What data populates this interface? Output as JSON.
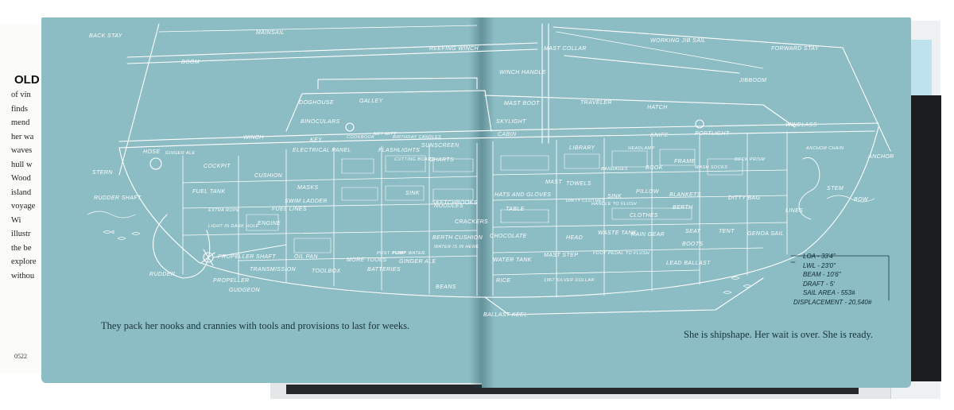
{
  "left_book": {
    "title": "OLD",
    "lines": [
      "of vin",
      "finds",
      "mend",
      "her wa",
      "waves",
      "hull w",
      "Wood",
      "island",
      "voyage",
      "Wi",
      "illustr",
      "the be",
      "explore",
      "withou"
    ],
    "page_number": "0522"
  },
  "captions": {
    "left": "They pack her nooks and crannies with tools and provisions to last for weeks.",
    "right": "She is shipshape. Her wait is over. She is ready."
  },
  "specs": [
    "LOA - 33'4\"",
    "LWL - 23'0\"",
    "BEAM - 10'6\"",
    "DRAFT - 5'",
    "SAIL AREA - 553#",
    "DISPLACEMENT - 20,540#"
  ],
  "labels": [
    {
      "id": "back-stay",
      "text": "BACK STAY"
    },
    {
      "id": "mainsail",
      "text": "MAINSAIL"
    },
    {
      "id": "boom",
      "text": "BOOM"
    },
    {
      "id": "reefing-winch",
      "text": "REEFING WINCH"
    },
    {
      "id": "mast-collar",
      "text": "MAST COLLAR"
    },
    {
      "id": "working-jib-sail",
      "text": "WORKING JIB SAIL"
    },
    {
      "id": "forward-stay",
      "text": "FORWARD STAY"
    },
    {
      "id": "winch-handle",
      "text": "WINCH HANDLE"
    },
    {
      "id": "jibboom",
      "text": "JIBBOOM"
    },
    {
      "id": "mast-boot",
      "text": "MAST BOOT"
    },
    {
      "id": "traveler",
      "text": "TRAVELER"
    },
    {
      "id": "hatch",
      "text": "HATCH"
    },
    {
      "id": "doghouse",
      "text": "DOGHOUSE"
    },
    {
      "id": "galley",
      "text": "GALLEY"
    },
    {
      "id": "binoculars",
      "text": "BINOCULARS"
    },
    {
      "id": "skylight",
      "text": "SKYLIGHT"
    },
    {
      "id": "cabin",
      "text": "CABIN"
    },
    {
      "id": "windlass",
      "text": "WINDLASS"
    },
    {
      "id": "winch",
      "text": "WINCH"
    },
    {
      "id": "key",
      "text": "KEY"
    },
    {
      "id": "cookbook",
      "text": "COOKBOOK"
    },
    {
      "id": "net-mitt",
      "text": "NET MITT"
    },
    {
      "id": "birthday-candles",
      "text": "BIRTHDAY CANDLES"
    },
    {
      "id": "sunscreen",
      "text": "SUNSCREEN"
    },
    {
      "id": "knife",
      "text": "KNIFE"
    },
    {
      "id": "portlight",
      "text": "PORTLIGHT"
    },
    {
      "id": "anchor-chain",
      "text": "ANCHOR CHAIN"
    },
    {
      "id": "hose",
      "text": "HOSE"
    },
    {
      "id": "ginger-ale",
      "text": "GINGER ALE"
    },
    {
      "id": "electrical-panel",
      "text": "ELECTRICAL PANEL"
    },
    {
      "id": "flashlights",
      "text": "FLASHLIGHTS"
    },
    {
      "id": "library",
      "text": "LIBRARY"
    },
    {
      "id": "headlamp",
      "text": "HEADLAMP"
    },
    {
      "id": "frame",
      "text": "FRAME"
    },
    {
      "id": "deck-prism",
      "text": "DECK PRISM"
    },
    {
      "id": "anchor",
      "text": "ANCHOR"
    },
    {
      "id": "stern",
      "text": "STERN"
    },
    {
      "id": "cockpit",
      "text": "COCKPIT"
    },
    {
      "id": "cushion",
      "text": "CUSHION"
    },
    {
      "id": "cutting-board",
      "text": "CUTTING BOARD"
    },
    {
      "id": "charts",
      "text": "CHARTS"
    },
    {
      "id": "bandages",
      "text": "BANDAGES"
    },
    {
      "id": "book",
      "text": "BOOK"
    },
    {
      "id": "wash-socks",
      "text": "WASH SOCKS"
    },
    {
      "id": "rudder-shaft",
      "text": "RUDDER SHAFT"
    },
    {
      "id": "fuel-tank",
      "text": "FUEL TANK"
    },
    {
      "id": "masks",
      "text": "MASKS"
    },
    {
      "id": "swim-ladder",
      "text": "SWIM LADDER"
    },
    {
      "id": "sink-left",
      "text": "SINK"
    },
    {
      "id": "sketchbooks",
      "text": "SKETCHBOOKS"
    },
    {
      "id": "hats-and-gloves",
      "text": "HATS AND GLOVES"
    },
    {
      "id": "mast",
      "text": "MAST"
    },
    {
      "id": "towels",
      "text": "TOWELS"
    },
    {
      "id": "sink-right",
      "text": "SINK"
    },
    {
      "id": "pillow",
      "text": "PILLOW"
    },
    {
      "id": "blankets",
      "text": "BLANKETS"
    },
    {
      "id": "ditty-bag",
      "text": "DITTY BAG"
    },
    {
      "id": "stem",
      "text": "STEM"
    },
    {
      "id": "bow",
      "text": "BOW"
    },
    {
      "id": "fuel-lines",
      "text": "FUEL LINES"
    },
    {
      "id": "noodles",
      "text": "NOODLES"
    },
    {
      "id": "crackers",
      "text": "CRACKERS"
    },
    {
      "id": "table",
      "text": "TABLE"
    },
    {
      "id": "dirty-clothes",
      "text": "DIRTY CLOTHES"
    },
    {
      "id": "handle-to-flush",
      "text": "HANDLE TO FLUSH"
    },
    {
      "id": "berth",
      "text": "BERTH"
    },
    {
      "id": "lines",
      "text": "LINES"
    },
    {
      "id": "engine",
      "text": "ENGINE"
    },
    {
      "id": "clothes",
      "text": "CLOTHES"
    },
    {
      "id": "extra-rope",
      "text": "EXTRA ROPE"
    },
    {
      "id": "light-in-dark-hole",
      "text": "LIGHT IN DARK HOLE"
    },
    {
      "id": "chocolate",
      "text": "CHOCOLATE"
    },
    {
      "id": "rain-gear",
      "text": "RAIN GEAR"
    },
    {
      "id": "seat",
      "text": "SEAT"
    },
    {
      "id": "tent",
      "text": "TENT"
    },
    {
      "id": "genoa-sail",
      "text": "GENOA SAIL"
    },
    {
      "id": "berth-cushion",
      "text": "BERTH CUSHION"
    },
    {
      "id": "head",
      "text": "HEAD"
    },
    {
      "id": "waste-tank",
      "text": "WASTE TANK"
    },
    {
      "id": "boots",
      "text": "BOOTS"
    },
    {
      "id": "water-in-here",
      "text": "WATER IS IN HERE"
    },
    {
      "id": "mast-step",
      "text": "MAST STEP"
    },
    {
      "id": "foot-pedal-to-flush",
      "text": "FOOT PEDAL TO FLUSH"
    },
    {
      "id": "lead-ballast",
      "text": "LEAD BALLAST"
    },
    {
      "id": "rudder",
      "text": "RUDDER"
    },
    {
      "id": "propeller-shaft",
      "text": "PROPELLER SHAFT"
    },
    {
      "id": "oil-pan",
      "text": "OIL PAN"
    },
    {
      "id": "more-tools",
      "text": "MORE TOOLS"
    },
    {
      "id": "post-pump",
      "text": "POST PUMP"
    },
    {
      "id": "pump-water",
      "text": "PUMP WATER"
    },
    {
      "id": "ginger-ale-2",
      "text": "GINGER ALE"
    },
    {
      "id": "water-tank",
      "text": "WATER TANK"
    },
    {
      "id": "transmission",
      "text": "TRANSMISSION"
    },
    {
      "id": "toolbox",
      "text": "TOOLBOX"
    },
    {
      "id": "batteries",
      "text": "BATTERIES"
    },
    {
      "id": "beans",
      "text": "BEANS"
    },
    {
      "id": "rice",
      "text": "RICE"
    },
    {
      "id": "silver-dollar",
      "text": "1967 SILVER DOLLAR"
    },
    {
      "id": "propeller",
      "text": "PROPELLER"
    },
    {
      "id": "gudgeon",
      "text": "GUDGEON"
    },
    {
      "id": "ballast-keel",
      "text": "BALLAST KEEL"
    }
  ]
}
